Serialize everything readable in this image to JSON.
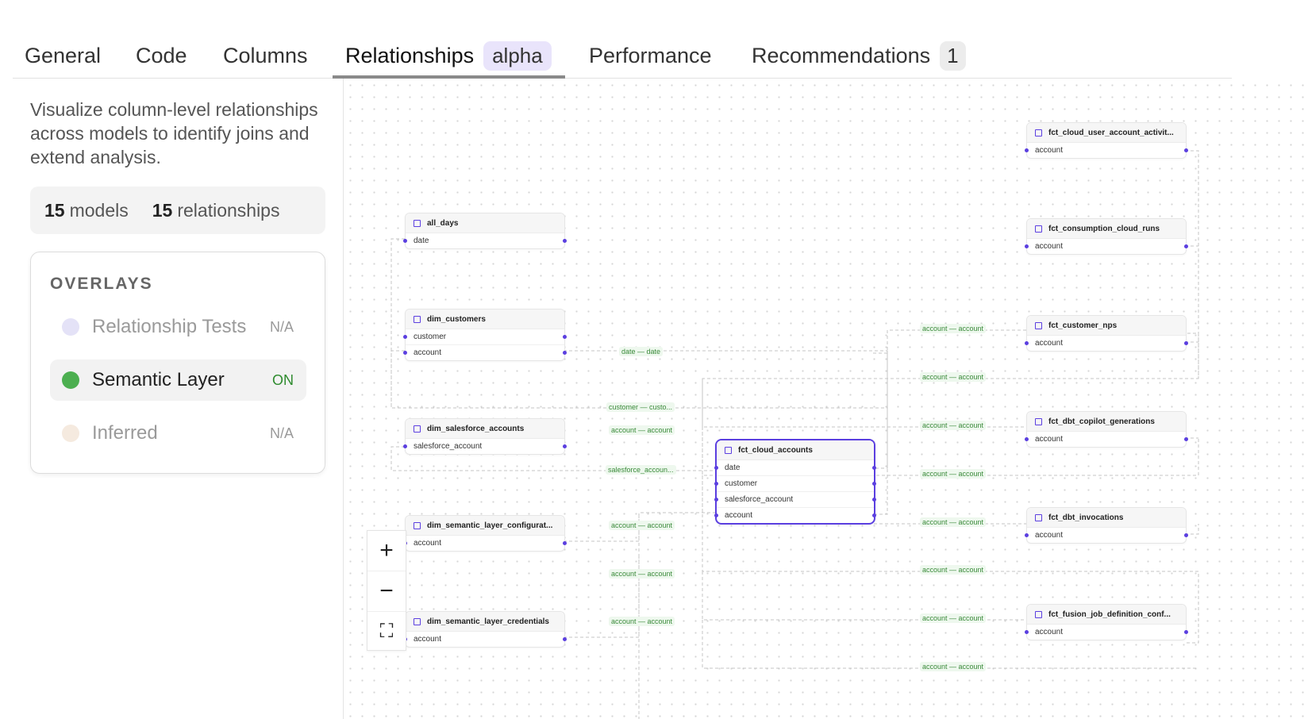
{
  "tabs": [
    {
      "label": "General",
      "badge": ""
    },
    {
      "label": "Code",
      "badge": ""
    },
    {
      "label": "Columns",
      "badge": ""
    },
    {
      "label": "Relationships",
      "badge": "alpha"
    },
    {
      "label": "Performance",
      "badge": ""
    },
    {
      "label": "Recommendations",
      "badge": "1"
    }
  ],
  "active_tab": "Relationships",
  "sidebar": {
    "description": "Visualize column-level relationships across models to identify joins and extend analysis.",
    "stats": {
      "models_count": "15",
      "models_label": "models",
      "relationships_count": "15",
      "relationships_label": "relationships"
    },
    "overlays": {
      "title": "OVERLAYS",
      "items": [
        {
          "label": "Relationship Tests",
          "status": "N/A",
          "color": "#e4e2f7",
          "status_color": "#9a9a9a",
          "active": false
        },
        {
          "label": "Semantic Layer",
          "status": "ON",
          "color": "#4caf50",
          "status_color": "#2e8b2e",
          "active": true
        },
        {
          "label": "Inferred",
          "status": "N/A",
          "color": "#f5eadf",
          "status_color": "#9a9a9a",
          "active": false
        }
      ]
    }
  },
  "graph": {
    "nodes": [
      {
        "name": "all_days",
        "columns": [
          "date"
        ]
      },
      {
        "name": "dim_customers",
        "columns": [
          "customer",
          "account"
        ]
      },
      {
        "name": "dim_salesforce_accounts",
        "columns": [
          "salesforce_account"
        ]
      },
      {
        "name": "dim_semantic_layer_configurat...",
        "columns": [
          "account"
        ]
      },
      {
        "name": "dim_semantic_layer_credentials",
        "columns": [
          "account"
        ]
      },
      {
        "name": "fct_cloud_accounts",
        "columns": [
          "date",
          "customer",
          "salesforce_account",
          "account"
        ],
        "selected": true
      },
      {
        "name": "fct_cloud_user_account_activit...",
        "columns": [
          "account"
        ]
      },
      {
        "name": "fct_consumption_cloud_runs",
        "columns": [
          "account"
        ]
      },
      {
        "name": "fct_customer_nps",
        "columns": [
          "account"
        ]
      },
      {
        "name": "fct_dbt_copilot_generations",
        "columns": [
          "account"
        ]
      },
      {
        "name": "fct_dbt_invocations",
        "columns": [
          "account"
        ]
      },
      {
        "name": "fct_fusion_job_definition_conf...",
        "columns": [
          "account"
        ]
      }
    ],
    "edge_labels": [
      "date — date",
      "customer — custo...",
      "account — account",
      "salesforce_accoun...",
      "account — account",
      "account — account",
      "account — account",
      "account — account",
      "account — account",
      "account — account",
      "account — account",
      "account — account",
      "account — account",
      "account — account",
      "account — account"
    ]
  },
  "zoom_controls": {
    "zoom_in": "+",
    "zoom_out": "−",
    "fit": "⛶"
  },
  "colors": {
    "accent": "#5b3fe0",
    "edge": "#c4c4c4",
    "edge_label": "#3a8a3a"
  }
}
